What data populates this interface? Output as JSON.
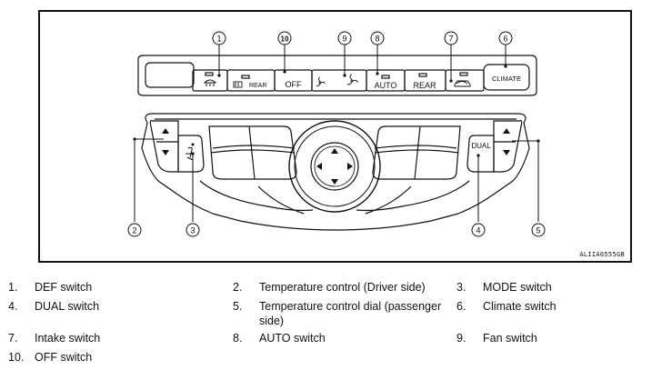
{
  "figure": {
    "code": "ALIIA0555GB",
    "callouts": [
      "1",
      "10",
      "9",
      "8",
      "7",
      "6",
      "2",
      "3",
      "4",
      "5"
    ],
    "buttons": {
      "off": "OFF",
      "auto": "AUTO",
      "rear": "REAR",
      "rear_def": "REAR",
      "climate": "CLIMATE",
      "dual": "DUAL"
    }
  },
  "legend": [
    {
      "num": "1.",
      "text": "DEF switch"
    },
    {
      "num": "2.",
      "text": "Temperature control (Driver side)"
    },
    {
      "num": "3.",
      "text": "MODE switch"
    },
    {
      "num": "4.",
      "text": "DUAL switch"
    },
    {
      "num": "5.",
      "text": "Temperature control dial (passenger side)"
    },
    {
      "num": "6.",
      "text": "Climate switch"
    },
    {
      "num": "7.",
      "text": "Intake switch"
    },
    {
      "num": "8.",
      "text": "AUTO switch"
    },
    {
      "num": "9.",
      "text": "Fan switch"
    },
    {
      "num": "10.",
      "text": "OFF switch"
    }
  ]
}
